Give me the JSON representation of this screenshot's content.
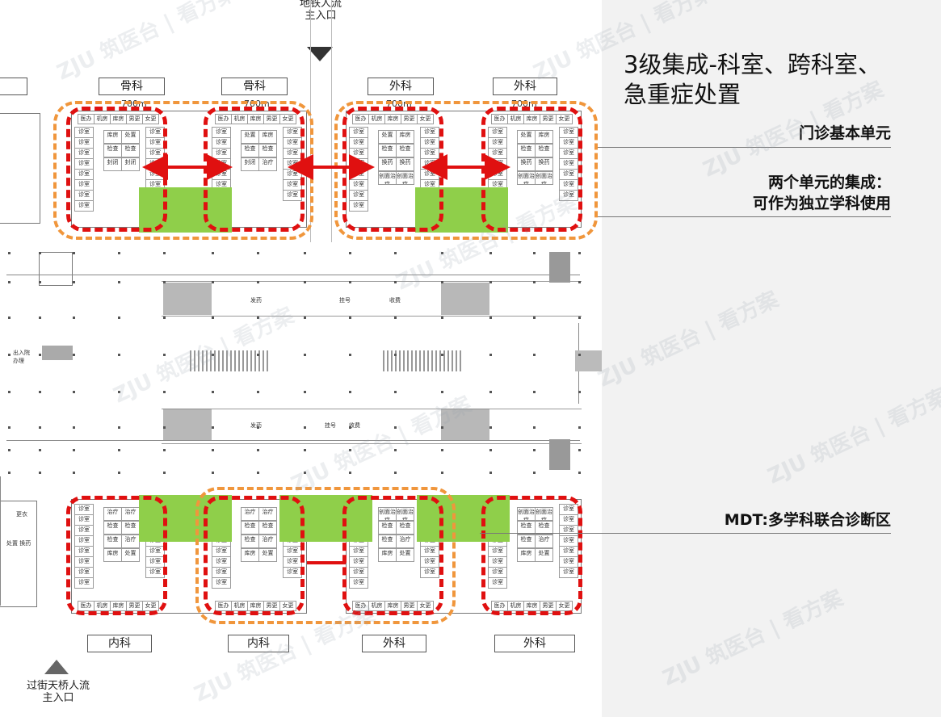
{
  "entrances": {
    "top": [
      "地铁人流",
      "主入口"
    ],
    "bottom": [
      "过街天桥人流",
      "主入口"
    ]
  },
  "top_dept_labels": [
    "骨科",
    "骨科",
    "外科",
    "外科"
  ],
  "bottom_dept_labels": [
    "内科",
    "内科",
    "外科",
    "外科"
  ],
  "dimension_label": "700m",
  "clinic_unit_rooms": {
    "top_row": [
      "医办",
      "机房",
      "库房",
      "男更",
      "女更"
    ],
    "exam_room": "诊室",
    "storage": "库房",
    "treatment": "处置",
    "check": "检查",
    "seal": "封闭",
    "dressing": "换药",
    "procedure": "治疗",
    "invasive": "创面治疗"
  },
  "hall_labels": {
    "pharmacy": "发药",
    "registration": "挂号",
    "cashier": "收费",
    "admission": "出入院办理",
    "changing": "更衣",
    "treat_dress": "处置 换药"
  },
  "sidebar": {
    "title_line1": "3级集成-科室、跨科室、",
    "title_line2": "急重症处置",
    "note_basic_unit": "门诊基本单元",
    "note_integration_line1": "两个单元的集成：",
    "note_integration_line2": "可作为独立学科使用",
    "note_mdt": "MDT:多学科联合诊断区"
  },
  "watermark": "ZJU 筑医台 | 看方案",
  "colors": {
    "unit_boundary": "#e01010",
    "integration_boundary": "#f0963c",
    "shared_zone": "#8fcf4a",
    "sidebar_bg": "#f2f2f2"
  }
}
